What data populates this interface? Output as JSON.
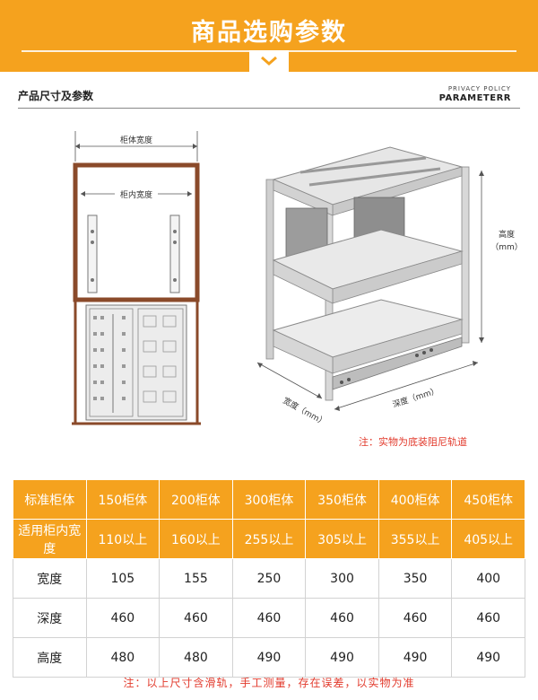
{
  "header": {
    "title": "商品选购参数",
    "accent_color": "#f5a21e"
  },
  "section": {
    "title": "产品尺寸及参数",
    "en_small": "PRIVACY POLICY",
    "en_big": "PARAMETERR"
  },
  "diagram_left": {
    "label_outer": "柜体宽度",
    "label_inner": "柜内宽度"
  },
  "diagram_right": {
    "label_height": "高度",
    "label_height_unit": "（mm）",
    "label_width": "宽度（mm）",
    "label_depth": "深度（mm）"
  },
  "note": "注：实物为底装阻尼轨道",
  "table": {
    "header": [
      "标准柜体",
      "150柜体",
      "200柜体",
      "300柜体",
      "350柜体",
      "400柜体",
      "450柜体"
    ],
    "rows": [
      [
        "适用柜内宽度",
        "110以上",
        "160以上",
        "255以上",
        "305以上",
        "355以上",
        "405以上"
      ],
      [
        "宽度",
        "105",
        "155",
        "250",
        "300",
        "350",
        "400"
      ],
      [
        "深度",
        "460",
        "460",
        "460",
        "460",
        "460",
        "460"
      ],
      [
        "高度",
        "480",
        "480",
        "490",
        "490",
        "490",
        "490"
      ]
    ]
  },
  "footer_note": "注：以上尺寸含滑轨，手工测量，存在误差，以实物为准"
}
